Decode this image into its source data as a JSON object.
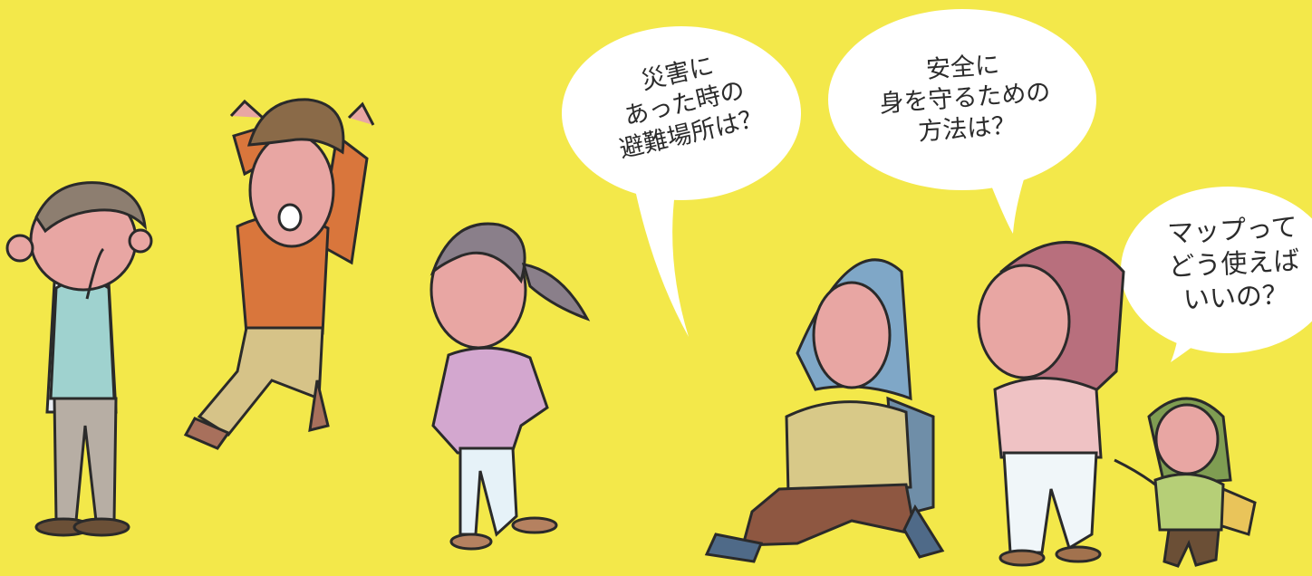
{
  "colors": {
    "background": "#f3e84a",
    "bubble": "#ffffff",
    "outline": "#2a2a2a"
  },
  "bubbles": [
    {
      "lines": [
        "災害に",
        "あった時の",
        "避難場所は？"
      ]
    },
    {
      "lines": [
        "安全に",
        "身を守るための",
        "方法は？"
      ]
    },
    {
      "lines": [
        "マップって",
        "どう使えば",
        "いいの？"
      ]
    }
  ]
}
